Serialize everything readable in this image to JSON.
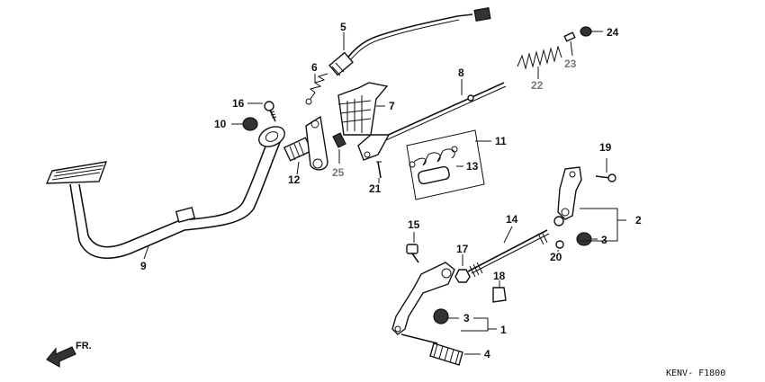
{
  "callouts": {
    "c1": "1",
    "c2": "2",
    "c3a": "3",
    "c3b": "3",
    "c4": "4",
    "c5": "5",
    "c6": "6",
    "c7": "7",
    "c8": "8",
    "c9": "9",
    "c10": "10",
    "c11": "11",
    "c12": "12",
    "c13": "13",
    "c14": "14",
    "c15": "15",
    "c16": "16",
    "c17": "17",
    "c18": "18",
    "c19": "19",
    "c20": "20",
    "c21": "21",
    "c22": "22",
    "c23": "23",
    "c24": "24",
    "c25": "25"
  },
  "direction_label": "FR.",
  "drawing_code": "KENV- F1800"
}
